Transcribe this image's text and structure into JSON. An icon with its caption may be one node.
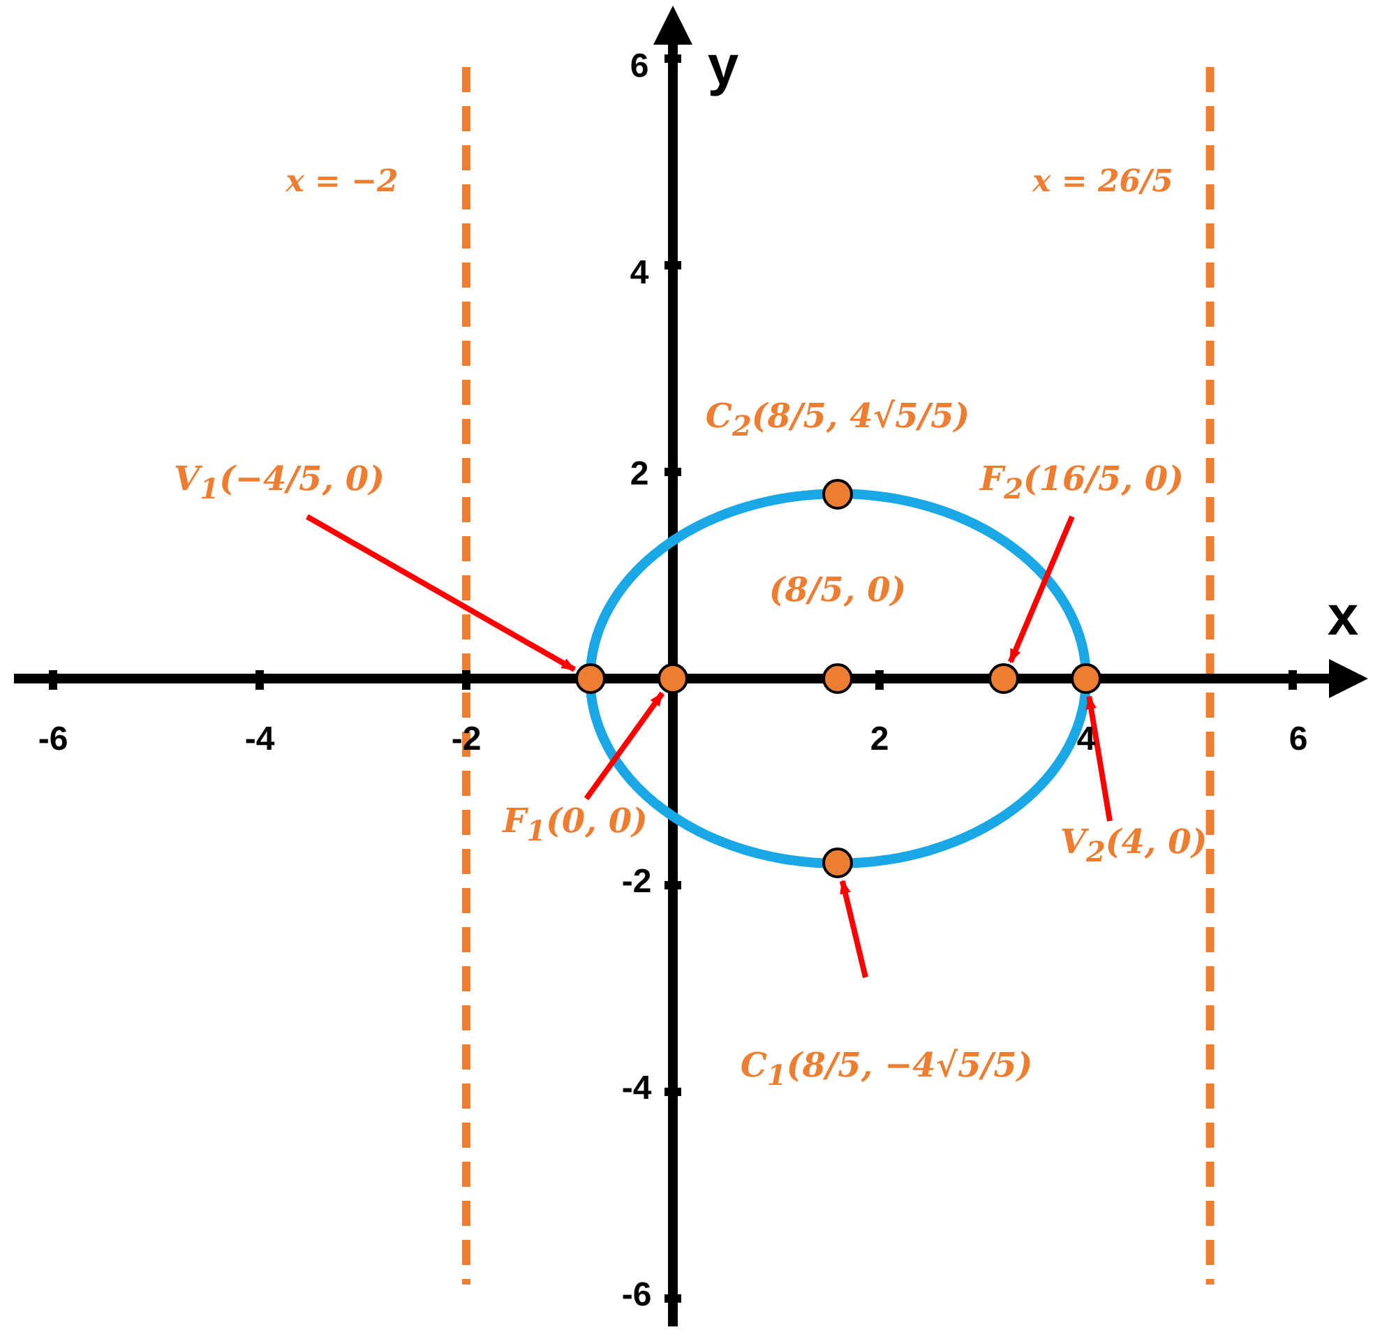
{
  "diagram": {
    "nodes": [
      {
        "text": [
          "V$_{1}$(−4/5, 0)"
        ]
      },
      {
        "text": [],
        "shape": "circle"
      },
      {
        "text": [
          "F$_{1}$(0, 0)"
        ]
      },
      {
        "text": [],
        "shape": "circle"
      },
      {
        "text": [
          "F$_{2}$(16/5, 0)"
        ]
      },
      {
        "text": [],
        "shape": "circle"
      },
      {
        "text": [
          "V$_{2}$(4, 0)"
        ]
      },
      {
        "text": [],
        "shape": "circle"
      },
      {
        "text": [
          "C$_{1}$(8/5, −4√5/5)"
        ]
      },
      {
        "text": [],
        "shape": "circle"
      },
      {
        "text": [],
        "shape": "circle",
        "beside": [
          "C$_{2}$(8/5, 4√5/5)"
        ]
      },
      {
        "text": [],
        "shape": "circle",
        "beside": [
          "(8/5, 0)"
        ]
      }
    ],
    "edges": [
      {
        "from": 0,
        "to": 1,
        "arrow": "to"
      },
      {
        "from": 2,
        "to": 3,
        "arrow": "to"
      },
      {
        "from": 4,
        "to": 5,
        "arrow": "to"
      },
      {
        "from": 6,
        "to": 7,
        "arrow": "to"
      },
      {
        "from": 8,
        "to": 9,
        "arrow": "to"
      }
    ],
    "labels": [
      "6",
      "y",
      "x = −2",
      "x = 26/5",
      "4",
      "2",
      "x",
      "-6",
      "-4",
      "-2",
      "2",
      "4",
      "6",
      "-2",
      "-4",
      "-6"
    ]
  }
}
